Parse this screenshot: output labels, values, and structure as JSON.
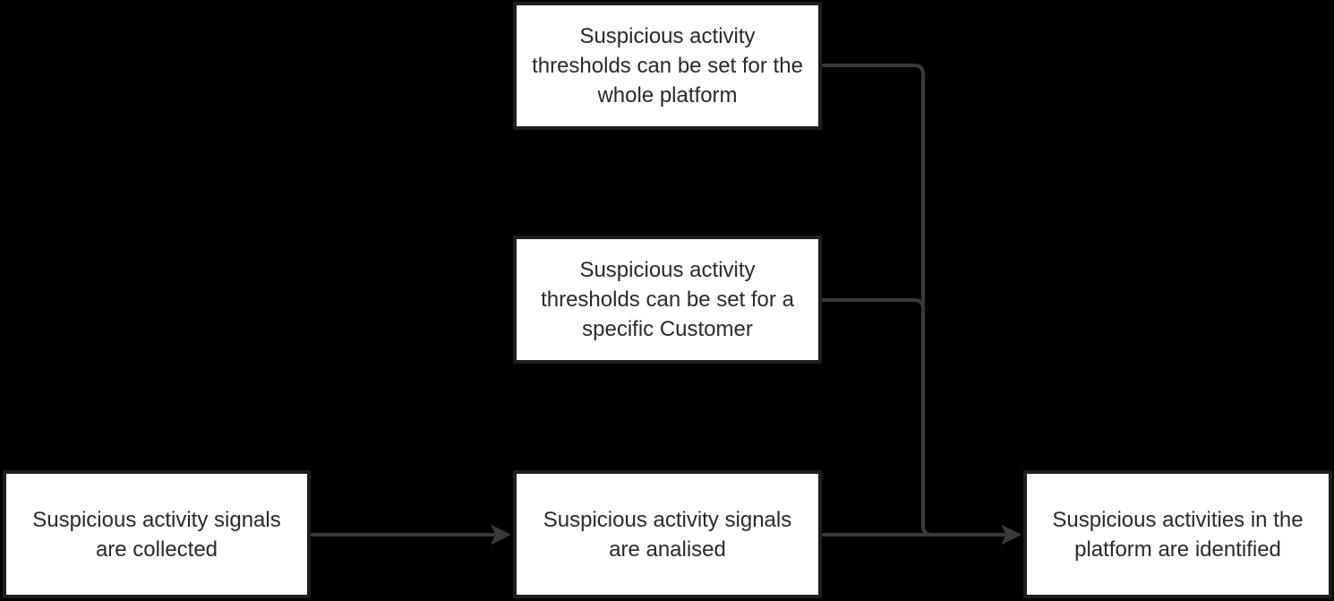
{
  "colors": {
    "background": "#000000",
    "node-fill": "#ffffff",
    "node-border": "#1e1e1e",
    "connector": "#3a3a3a",
    "text": "#2b2b2b"
  },
  "nodes": {
    "platform_thresholds": {
      "label": "Suspicious activity\nthresholds can be set for the\nwhole platform"
    },
    "customer_thresholds": {
      "label": "Suspicious activity\nthresholds can be set for a\nspecific Customer"
    },
    "signals_collected": {
      "label": "Suspicious activity signals\nare collected"
    },
    "signals_analysed": {
      "label": "Suspicious activity signals\nare analised"
    },
    "activities_identified": {
      "label": "Suspicious activities in the\nplatform are identified"
    }
  },
  "edges": [
    {
      "from": "signals_collected",
      "to": "signals_analysed",
      "type": "arrow"
    },
    {
      "from": "signals_analysed",
      "to": "activities_identified",
      "type": "arrow"
    },
    {
      "from": "platform_thresholds",
      "to": "activities_identified",
      "type": "merge-into-arrow"
    },
    {
      "from": "customer_thresholds",
      "to": "activities_identified",
      "type": "merge-into-arrow"
    }
  ]
}
